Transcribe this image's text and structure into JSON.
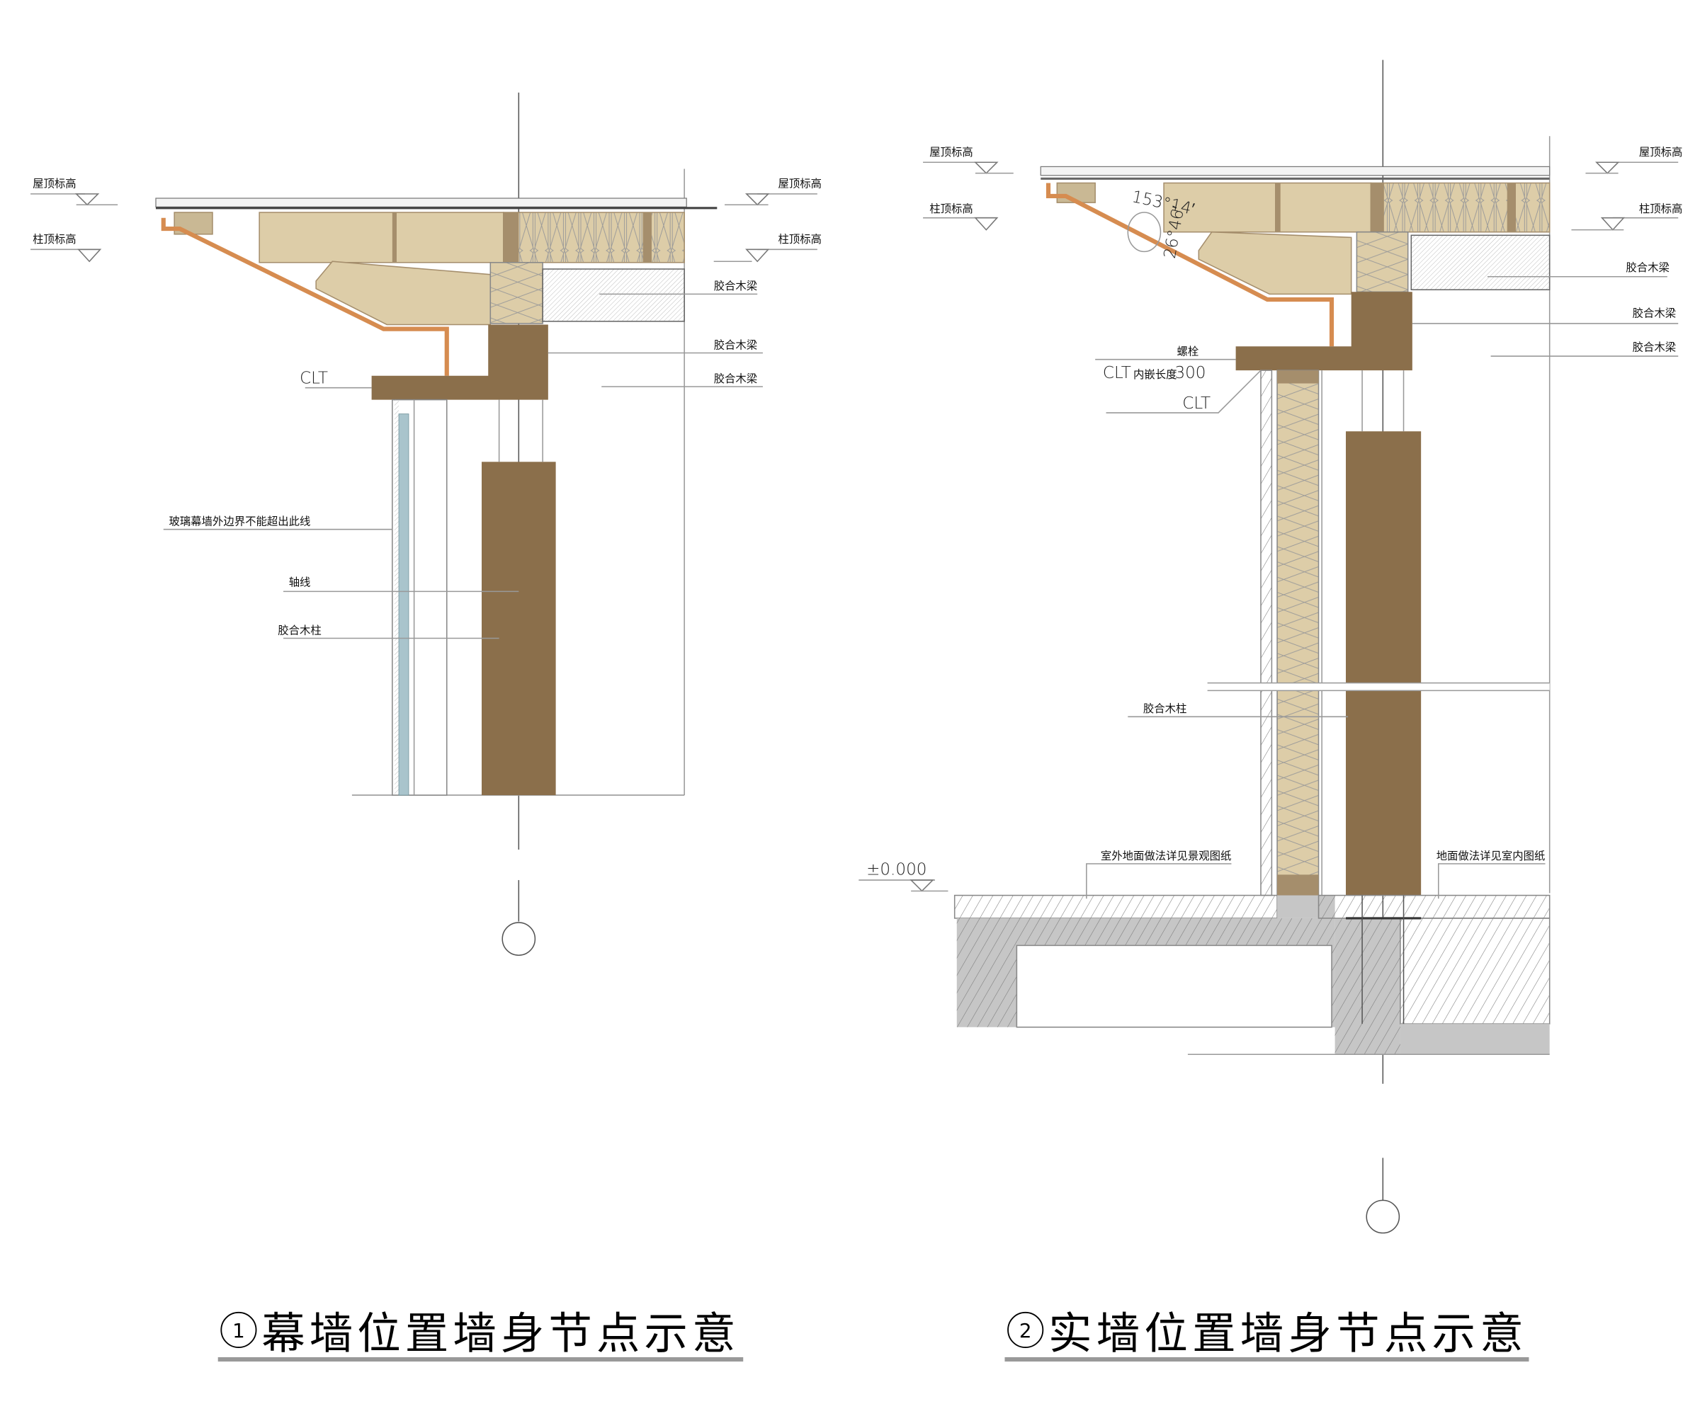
{
  "colors": {
    "glulam_beige": "#ddcda8",
    "wood_stud": "#a58e6c",
    "glulam_brown": "#8b6f4b",
    "cladding_orange": "#d68c50",
    "concrete_grey": "#c6c6c6",
    "glass_blue": "#a9c4cc",
    "title_underline": "#999999"
  },
  "detail1": {
    "title_number": "1",
    "title": "幕墙位置墙身节点示意",
    "level_roof_left": "屋顶标高",
    "level_column_left": "柱顶标高",
    "level_roof_right": "屋顶标高",
    "level_column_right": "柱顶标高",
    "beam_label_1": "胶合木梁",
    "beam_label_2": "胶合木梁",
    "beam_label_3": "胶合木梁",
    "clt_label": "CLT",
    "curtain_wall_note": "玻璃幕墙外边界不能超出此线",
    "axis_label": "轴线",
    "column_label": "胶合木柱"
  },
  "detail2": {
    "title_number": "2",
    "title": "实墙位置墙身节点示意",
    "level_roof_left": "屋顶标高",
    "level_column_left": "柱顶标高",
    "level_roof_right": "屋顶标高",
    "level_column_right": "柱顶标高",
    "angle_1": "153°14′",
    "angle_2": "26°46′",
    "bolt_label": "螺栓",
    "clt_embed_label": "CLT",
    "clt_embed_small": "内嵌长度",
    "clt_embed_value": "300",
    "clt_label": "CLT",
    "beam_label_1": "胶合木梁",
    "beam_label_2": "胶合木梁",
    "beam_label_3": "胶合木梁",
    "column_label": "胶合木柱",
    "ground_level": "±0.000",
    "outdoor_floor_note": "室外地面做法详见景观图纸",
    "indoor_floor_note": "地面做法详见室内图纸"
  }
}
